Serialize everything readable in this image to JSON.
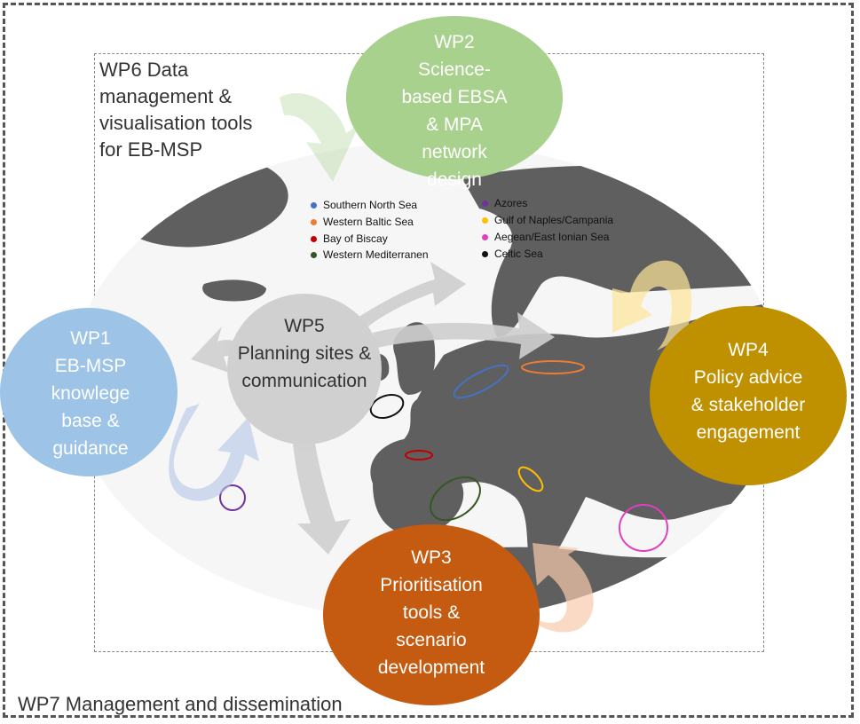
{
  "frame": {
    "outer_label": "WP7 Management and dissemination",
    "inner_label": "WP6 Data management & visualisation tools for EB-MSP"
  },
  "nodes": {
    "wp1": {
      "title": "WP1",
      "lines": [
        "EB-MSP",
        "knowlege",
        "base &",
        "guidance"
      ],
      "color": "#9DC3E6"
    },
    "wp2": {
      "title": "WP2",
      "lines": [
        "Science-",
        "based EBSA",
        "& MPA",
        "network",
        "design"
      ],
      "color": "#A9D18E"
    },
    "wp3": {
      "title": "WP3",
      "lines": [
        "Prioritisation",
        "tools &",
        "scenario",
        "development"
      ],
      "color": "#C55A11"
    },
    "wp4": {
      "title": "WP4",
      "lines": [
        "Policy advice",
        "& stakeholder",
        "engagement"
      ],
      "color": "#BF9000"
    },
    "wp5": {
      "title": "WP5",
      "lines": [
        "Planning sites &",
        "communication"
      ],
      "color": "#D0D0D0"
    }
  },
  "legend": {
    "items": [
      {
        "label": "Southern North Sea",
        "color": "#4472C4"
      },
      {
        "label": "Western Baltic Sea",
        "color": "#ED7D31"
      },
      {
        "label": "Bay of Biscay",
        "color": "#C00000"
      },
      {
        "label": "Western Mediterranen",
        "color": "#375623"
      },
      {
        "label": "Azores",
        "color": "#7030A0"
      },
      {
        "label": "Gulf of Naples/Campania",
        "color": "#FFC000"
      },
      {
        "label": "Aegean/East Ionian Sea",
        "color": "#E040C0"
      },
      {
        "label": "Celtic Sea",
        "color": "#111111"
      }
    ]
  }
}
